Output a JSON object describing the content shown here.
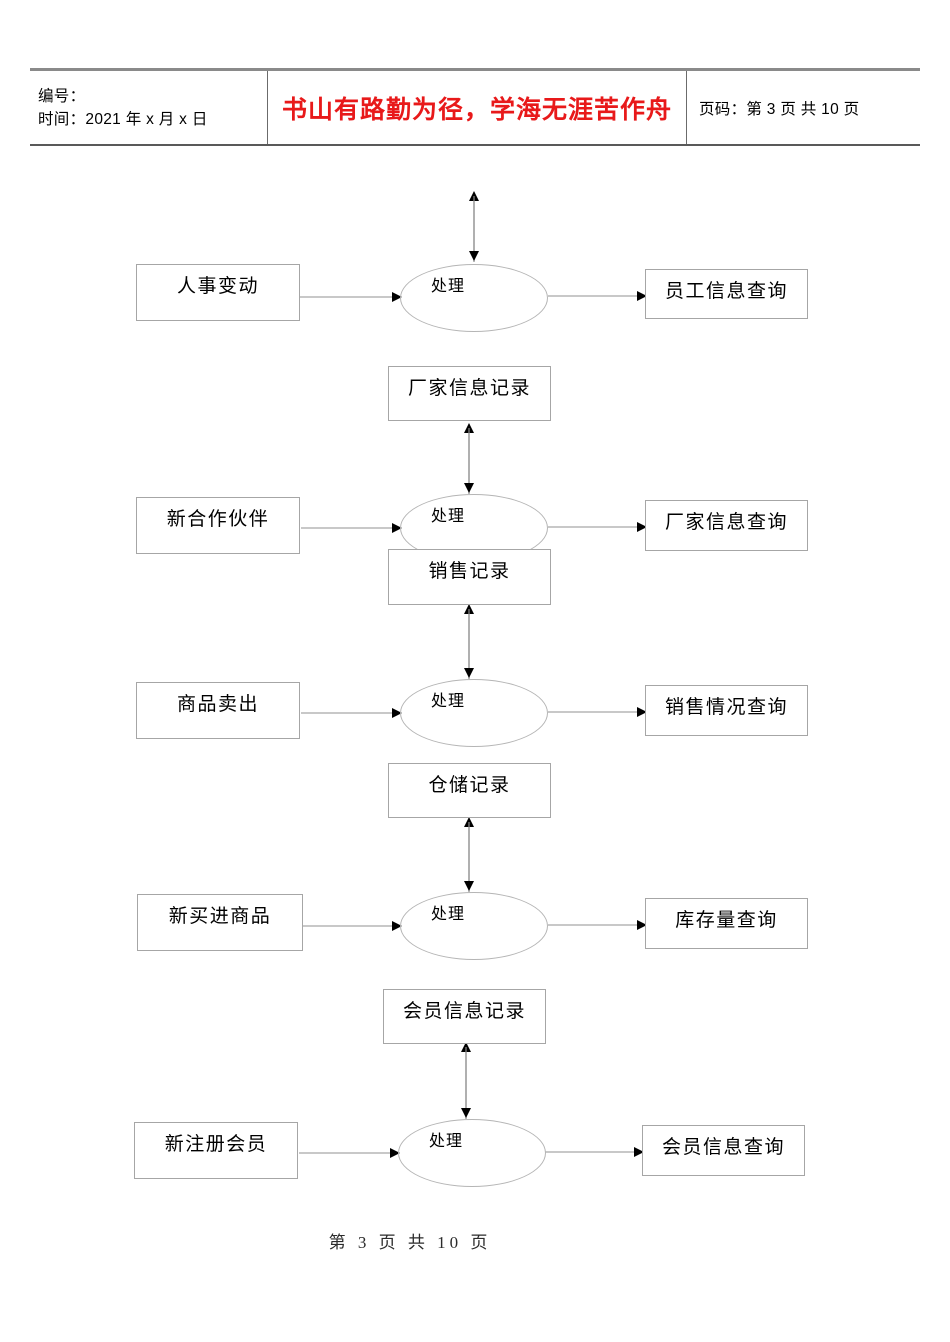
{
  "header": {
    "id_label": "编号：",
    "date_label": "时间：2021 年 x 月 x 日",
    "slogan": "书山有路勤为径，学海无涯苦作舟",
    "page_info": "页码：第 3 页  共 10 页"
  },
  "footer": {
    "page_info": "第 3 页 共 10 页"
  },
  "diagram": {
    "type": "data-flow-diagram",
    "process_label": "处理",
    "rows": [
      {
        "source": "人事变动",
        "process": "处理",
        "output": "员工信息查询",
        "store_above": null,
        "store_below": null
      },
      {
        "source": "新合作伙伴",
        "process": "处理",
        "output": "厂家信息查询",
        "store_above": "厂家信息记录",
        "store_below": "销售记录"
      },
      {
        "source": "商品卖出",
        "process": "处理",
        "output": "销售情况查询",
        "store_above": "销售记录",
        "store_below": "仓储记录"
      },
      {
        "source": "新买进商品",
        "process": "处理",
        "output": "库存量查询",
        "store_above": "仓储记录",
        "store_below": "会员信息记录"
      },
      {
        "source": "新注册会员",
        "process": "处理",
        "output": "会员信息查询",
        "store_above": "会员信息记录",
        "store_below": null
      }
    ],
    "stores": [
      "厂家信息记录",
      "销售记录",
      "仓储记录",
      "会员信息记录"
    ],
    "colors": {
      "line": "#a6a6a6",
      "ellipse": "#b5b5b5",
      "arrow": "#000000",
      "slogan": "#e8191a"
    }
  }
}
